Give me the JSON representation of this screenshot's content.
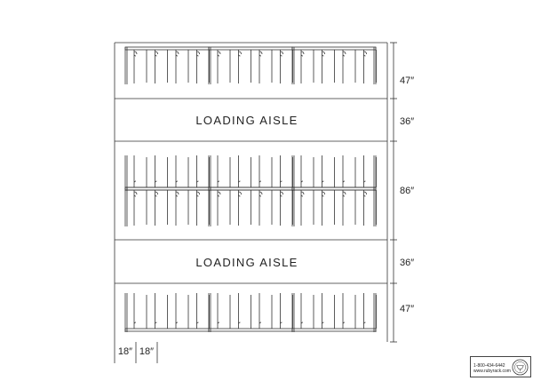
{
  "zones": [
    {
      "type": "rack",
      "variant": "top-single",
      "dimension": "47″"
    },
    {
      "type": "aisle",
      "label": "LOADING AISLE",
      "dimension": "36″"
    },
    {
      "type": "rack",
      "variant": "double",
      "dimension": "86″"
    },
    {
      "type": "aisle",
      "label": "LOADING AISLE",
      "dimension": "36″"
    },
    {
      "type": "rack",
      "variant": "bottom-single",
      "dimension": "47″"
    }
  ],
  "spacing": {
    "left_label": "18″",
    "right_label": "18″"
  },
  "rack_config": {
    "units_per_row": 3,
    "hooks_per_unit": 4
  },
  "logo": {
    "phone": "1-800-434-6442",
    "website": "www.rubyrack.com",
    "seal_icon": "ruby-rack-seal-icon"
  },
  "colors": {
    "line": "#333333",
    "text": "#222222"
  }
}
